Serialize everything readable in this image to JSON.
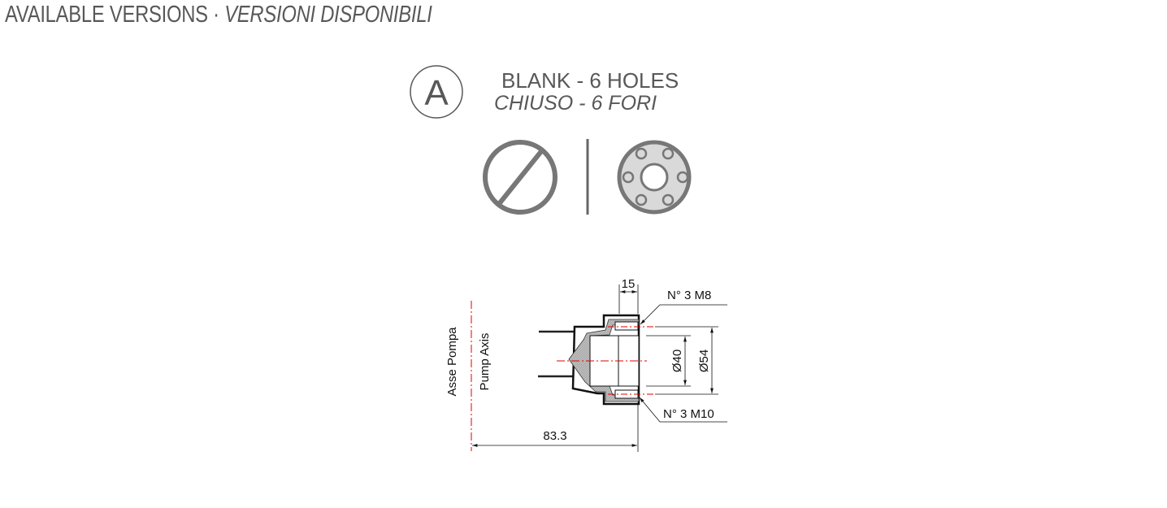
{
  "header": {
    "title_en": "AVAILABLE VERSIONS",
    "separator": "·",
    "title_it": "VERSIONI DISPONIBILI"
  },
  "version": {
    "badge": "A",
    "name_en": "BLANK - 6 HOLES",
    "name_it": "CHIUSO - 6 FORI",
    "icons": [
      "blank-icon",
      "six-hole-flange-icon"
    ]
  },
  "drawing": {
    "axis_label_it": "Asse Pompa",
    "axis_label_en": "Pump Axis",
    "dim_length": "83.3",
    "dim_width": "15",
    "dim_inner_diameter": "Ø40",
    "dim_outer_diameter": "Ø54",
    "thread_top": "N° 3 M8",
    "thread_bottom": "N° 3 M10"
  },
  "colors": {
    "text_grey": "#58585a",
    "icon_grey": "#777777",
    "flange_fill": "#d9d9d9",
    "axis_red": "#e00000",
    "section_fill": "#b8b8b8"
  }
}
